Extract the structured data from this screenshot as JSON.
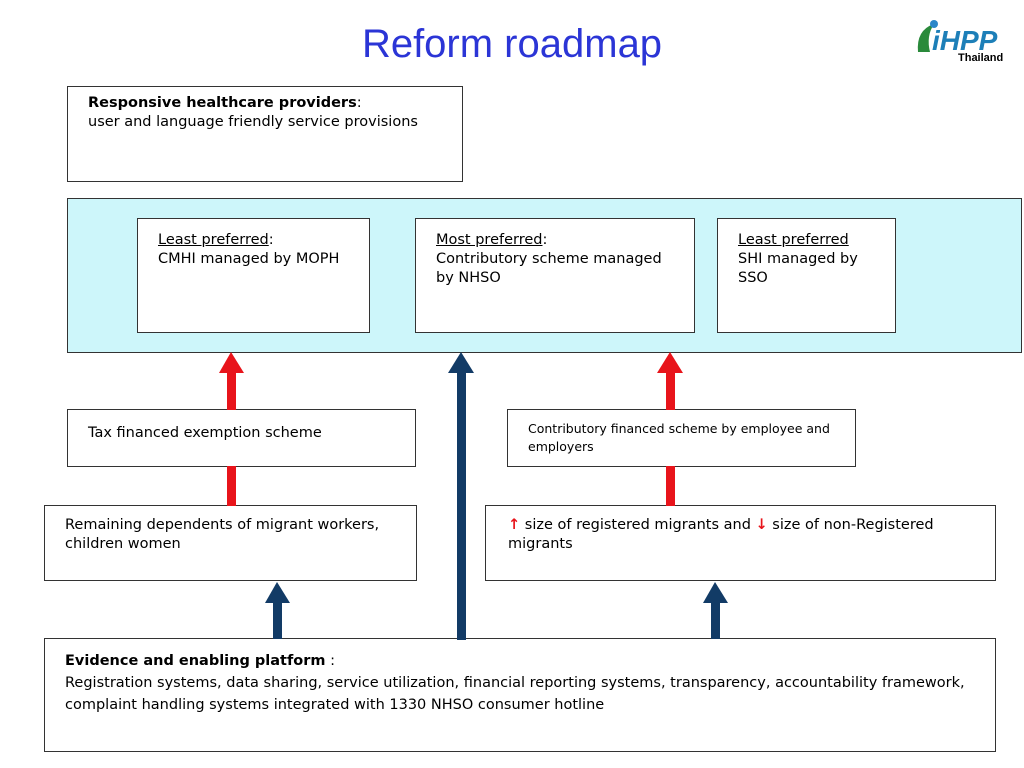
{
  "title": "Reform roadmap",
  "logo": {
    "main": "iHPP",
    "sub": "Thailand"
  },
  "colors": {
    "title": "#2b35d6",
    "band": "#cdf6fa",
    "red_arrow": "#e8141b",
    "blue_arrow": "#123b66"
  },
  "top_box": {
    "heading": "Responsive healthcare providers",
    "suffix": ":",
    "text": "user and language friendly service provisions"
  },
  "options": [
    {
      "label": "Least preferred",
      "suffix": ":",
      "text": "CMHI managed by MOPH"
    },
    {
      "label": "Most preferred",
      "suffix": ":",
      "text": "Contributory scheme managed by NHSO"
    },
    {
      "label": "Least preferred",
      "suffix": "",
      "text": "SHI managed by SSO"
    }
  ],
  "tax_scheme": "Tax financed exemption scheme",
  "contrib_scheme": "Contributory financed scheme by employee and employers",
  "dependents": "Remaining dependents of migrant workers, children women",
  "registered": {
    "part1": " size of registered migrants and ",
    "part2": " size of non-Registered migrants",
    "up_icon": "up-arrow-icon",
    "down_icon": "down-arrow-icon"
  },
  "platform": {
    "heading": "Evidence and enabling platform",
    "suffix": " :",
    "text": "Registration systems, data sharing, service utilization, financial reporting systems, transparency, accountability framework, complaint handling systems integrated with 1330 NHSO consumer hotline"
  }
}
